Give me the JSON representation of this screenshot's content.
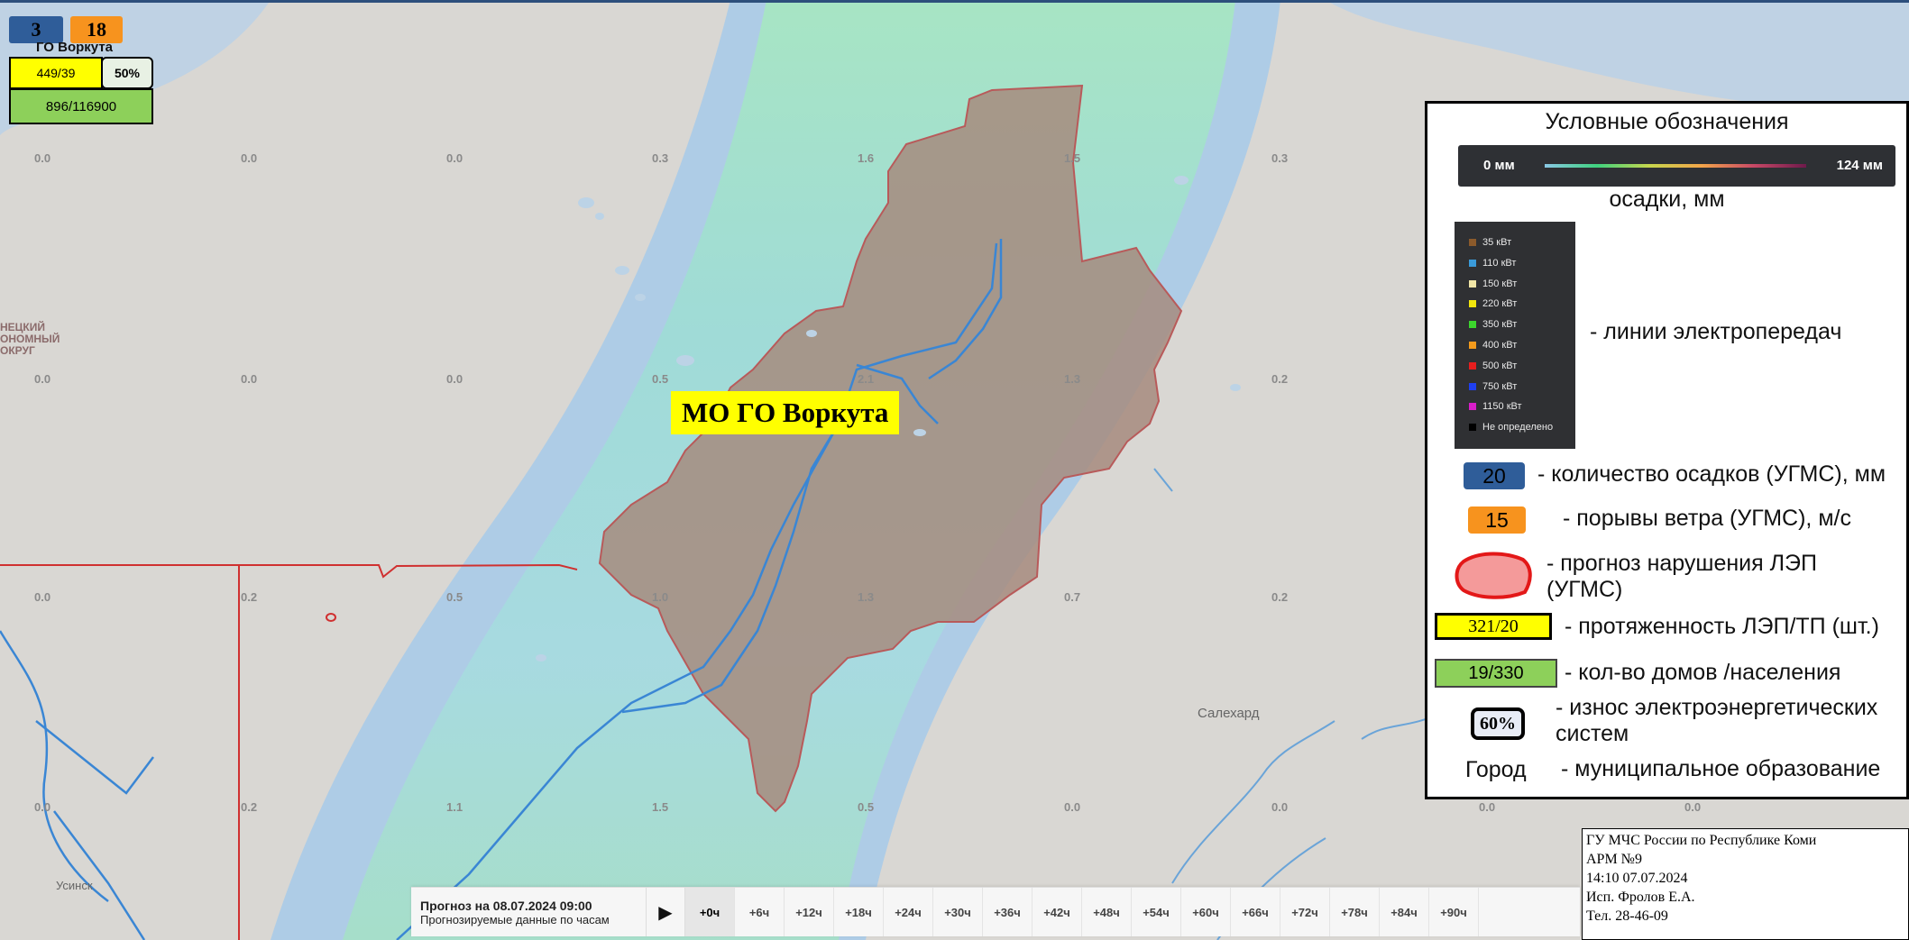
{
  "top_left": {
    "rain_badge": "3",
    "wind_badge": "18",
    "city": "ГО Воркута",
    "lines_tp": "449/39",
    "wear": "50%",
    "houses_population": "896/116900"
  },
  "map": {
    "mo_label": "МО ГО Воркута",
    "region_label_lines": [
      "НЕЦКИЙ",
      "ОНОМНЫЙ",
      "ОКРУГ"
    ],
    "city_labels": [
      "Салехард",
      "Усинск"
    ],
    "grid_values": [
      [
        "0.0",
        "0.0",
        "0.0",
        "0.3",
        "1.6",
        "1.5",
        "0.3"
      ],
      [
        "0.0",
        "0.0",
        "0.0",
        "0.5",
        "2.1",
        "1.3",
        "0.2"
      ],
      [
        "0.0",
        "0.2",
        "0.5",
        "1.0",
        "1.3",
        "0.7",
        "0.2"
      ],
      [
        "0.0",
        "0.2",
        "1.1",
        "1.5",
        "0.5",
        "0.0",
        "0.0",
        "0.0",
        "0.0"
      ]
    ]
  },
  "legend": {
    "title": "Условные обозначения",
    "gradient_min": "0 мм",
    "gradient_max": "124 мм",
    "precip_caption": "осадки, мм",
    "power_lines": [
      {
        "label": "35 кВт",
        "color": "#8b5a2b"
      },
      {
        "label": "110 кВт",
        "color": "#3a9ad9"
      },
      {
        "label": "150 кВт",
        "color": "#f1e6a6"
      },
      {
        "label": "220 кВт",
        "color": "#f2e60d"
      },
      {
        "label": "350 кВт",
        "color": "#3cd62d"
      },
      {
        "label": "400 кВт",
        "color": "#f39a1c"
      },
      {
        "label": "500 кВт",
        "color": "#e61e1e"
      },
      {
        "label": "750 кВт",
        "color": "#1f3ff0"
      },
      {
        "label": "1150 кВт",
        "color": "#d91ec9"
      },
      {
        "label": "Не определено",
        "color": "#000000"
      }
    ],
    "power_lines_text": "- линии электропередач",
    "rain_sample": "20",
    "rain_text": "- количество осадков (УГМС), мм",
    "wind_sample": "15",
    "wind_text": "- порывы ветра (УГМС), м/с",
    "outage_text": "- прогноз нарушения ЛЭП (УГМС)",
    "lines_sample": "321/20",
    "lines_text": "- протяженность ЛЭП/ТП (шт.)",
    "houses_sample": "19/330",
    "houses_text": "- кол-во домов /населения",
    "wear_sample": "60%",
    "wear_text": "- износ электроэнергетических систем",
    "city_sample": "Город",
    "city_text": "- муниципальное образование"
  },
  "info_box": {
    "line1": "ГУ МЧС России по Республике Коми",
    "line2": "АРМ №9",
    "line3": "14:10  07.07.2024",
    "line4": "Исп. Фролов Е.А.",
    "line5": "Тел. 28-46-09"
  },
  "timeline": {
    "title": "Прогноз на 08.07.2024 09:00",
    "subtitle": "Прогнозируемые данные по часам",
    "steps": [
      "+0ч",
      "+6ч",
      "+12ч",
      "+18ч",
      "+24ч",
      "+30ч",
      "+36ч",
      "+42ч",
      "+48ч",
      "+54ч",
      "+60ч",
      "+66ч",
      "+72ч",
      "+78ч",
      "+84ч",
      "+90ч"
    ],
    "active_step": "+0ч"
  },
  "colors": {
    "rain_badge": "#2f5d99",
    "wind_badge": "#f7931e",
    "region_fill": "#a68b7e",
    "region_border": "#b85a5a",
    "power_line": "#3a86d4"
  }
}
